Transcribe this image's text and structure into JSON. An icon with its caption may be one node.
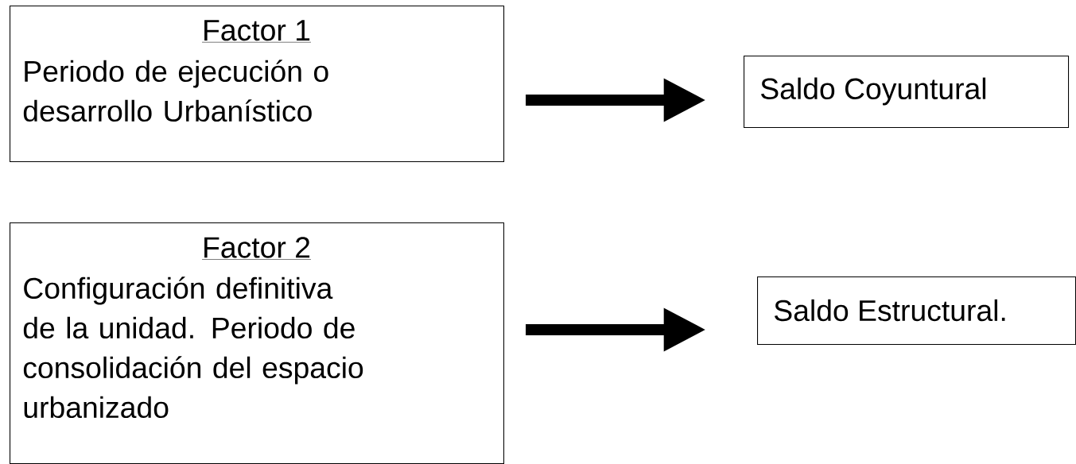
{
  "diagram": {
    "nodes": [
      {
        "text": [
          "Factor 1",
          "Periodo de ejecución o desarrollo Urbanístico"
        ]
      },
      {
        "text": [
          "Saldo Coyuntural"
        ]
      },
      {
        "text": [
          "Factor 2",
          "Configuración definitiva de la unidad. Periodo de consolidación del espacio urbanizado"
        ]
      },
      {
        "text": [
          "Saldo Estructural."
        ]
      }
    ],
    "edges": [
      {
        "from": 0,
        "to": 1,
        "arrow": "to"
      },
      {
        "from": 2,
        "to": 3,
        "arrow": "to"
      }
    ]
  }
}
